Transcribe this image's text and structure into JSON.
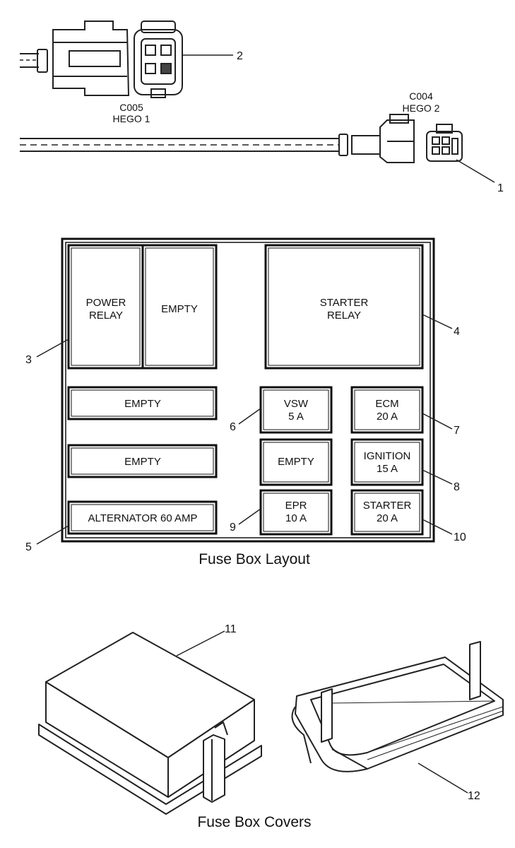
{
  "connectors": {
    "c005": {
      "code": "C005",
      "name": "HEGO 1"
    },
    "c004": {
      "code": "C004",
      "name": "HEGO 2"
    }
  },
  "callouts": {
    "n1": "1",
    "n2": "2",
    "n3": "3",
    "n4": "4",
    "n5": "5",
    "n6": "6",
    "n7": "7",
    "n8": "8",
    "n9": "9",
    "n10": "10",
    "n11": "11",
    "n12": "12"
  },
  "fuse_box": {
    "title": "Fuse Box Layout",
    "power_relay": {
      "line1": "POWER",
      "line2": "RELAY"
    },
    "empty_relay": "EMPTY",
    "starter_relay": {
      "line1": "STARTER",
      "line2": "RELAY"
    },
    "left_empty_1": "EMPTY",
    "left_empty_2": "EMPTY",
    "alternator": "ALTERNATOR 60 AMP",
    "vsw": {
      "line1": "VSW",
      "line2": "5 A"
    },
    "ecm": {
      "line1": "ECM",
      "line2": "20 A"
    },
    "mid_empty": "EMPTY",
    "ignition": {
      "line1": "IGNITION",
      "line2": "15 A"
    },
    "epr": {
      "line1": "EPR",
      "line2": "10 A"
    },
    "starter": {
      "line1": "STARTER",
      "line2": "20 A"
    }
  },
  "covers": {
    "title": "Fuse Box Covers"
  }
}
